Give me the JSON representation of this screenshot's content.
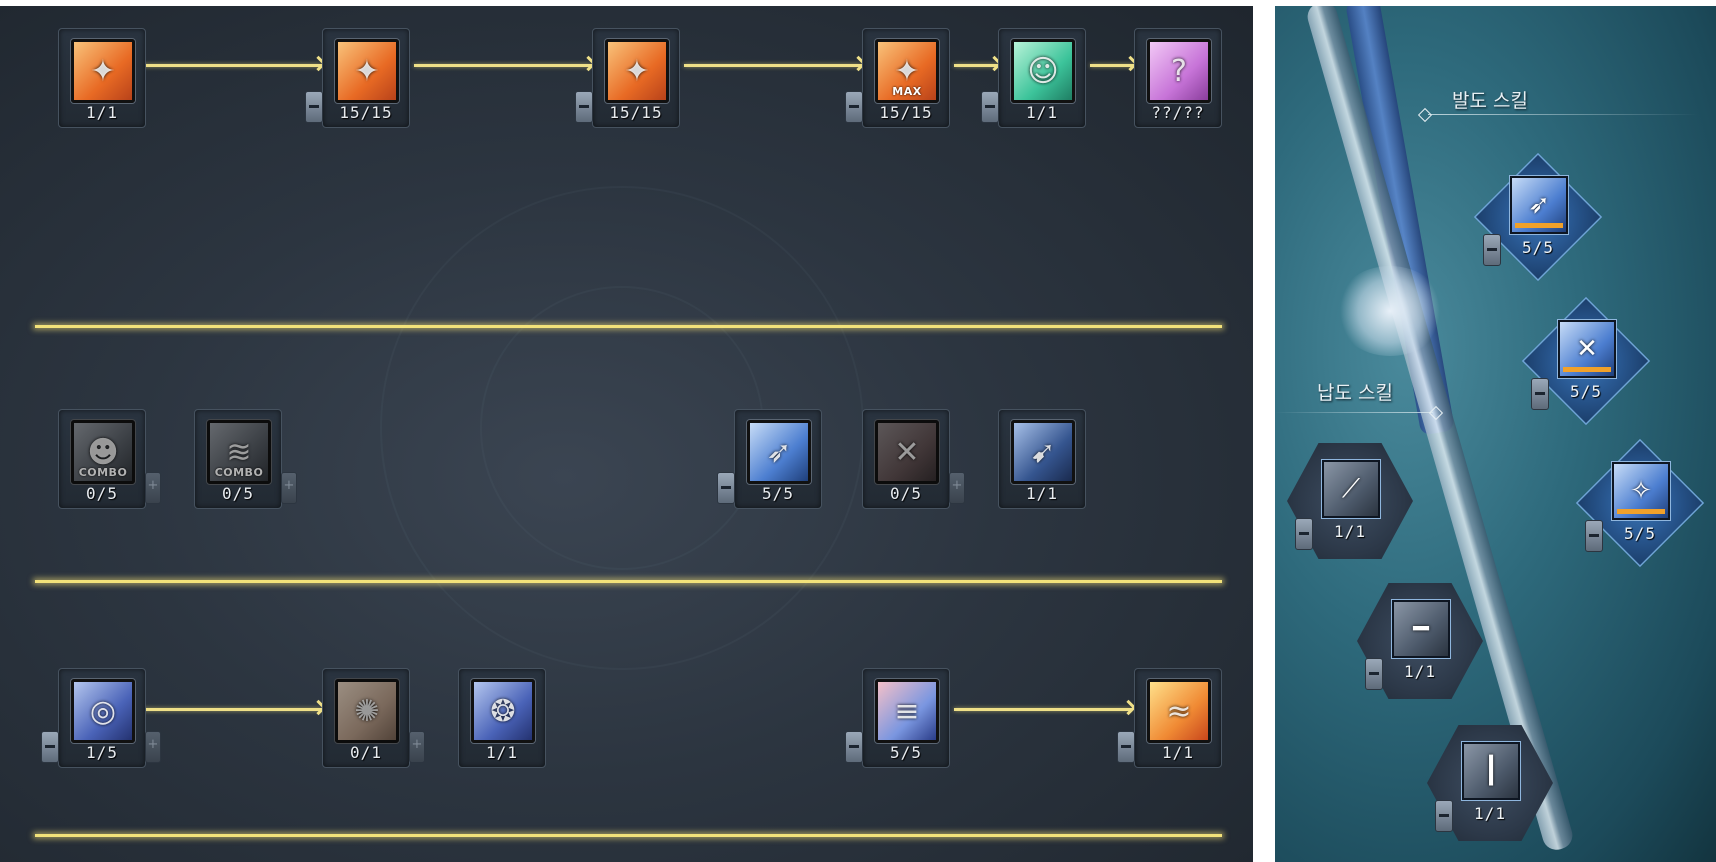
{
  "left_tree": {
    "row1": [
      {
        "count": "1/1",
        "icon": "sword-slash-icon",
        "glyph": "✦",
        "tag": "",
        "color": "orange",
        "minus": false,
        "plus": false
      },
      {
        "count": "15/15",
        "icon": "sword-slash-icon",
        "glyph": "✦",
        "tag": "",
        "color": "orange",
        "minus": true,
        "plus": false
      },
      {
        "count": "15/15",
        "icon": "sword-slash-icon",
        "glyph": "✦",
        "tag": "",
        "color": "orange",
        "minus": true,
        "plus": false
      },
      {
        "count": "15/15",
        "icon": "sword-slash-icon",
        "glyph": "✦",
        "tag": "MAX",
        "color": "orange",
        "minus": true,
        "plus": false
      },
      {
        "count": "1/1",
        "icon": "person-figure-icon",
        "glyph": "☺",
        "tag": "",
        "color": "teal",
        "minus": true,
        "plus": false
      },
      {
        "count": "??/??",
        "icon": "question-mark-icon",
        "glyph": "?",
        "tag": "",
        "color": "violet",
        "minus": false,
        "plus": false
      }
    ],
    "row2": [
      {
        "count": "0/5",
        "icon": "combo-figure-icon",
        "glyph": "☻",
        "tag": "COMBO",
        "color": "slate",
        "minus": false,
        "plus": true
      },
      {
        "count": "0/5",
        "icon": "combo-wave-icon",
        "glyph": "≋",
        "tag": "COMBO",
        "color": "slate",
        "minus": false,
        "plus": true
      },
      {
        "count": "5/5",
        "icon": "dash-strike-icon",
        "glyph": "➶",
        "tag": "",
        "color": "blue",
        "minus": true,
        "plus": false
      },
      {
        "count": "0/5",
        "icon": "cross-slash-icon",
        "glyph": "✕",
        "tag": "",
        "color": "darkred",
        "minus": false,
        "plus": true
      },
      {
        "count": "1/1",
        "icon": "lunge-strike-icon",
        "glyph": "➹",
        "tag": "",
        "color": "navy",
        "minus": false,
        "plus": false
      }
    ],
    "row3": [
      {
        "count": "1/5",
        "icon": "whirlwind-icon",
        "glyph": "◎",
        "tag": "",
        "color": "indigo",
        "minus": true,
        "plus": true
      },
      {
        "count": "0/1",
        "icon": "burst-icon",
        "glyph": "✺",
        "tag": "",
        "color": "peach",
        "minus": false,
        "plus": true
      },
      {
        "count": "1/1",
        "icon": "spin-kick-icon",
        "glyph": "❂",
        "tag": "",
        "color": "indigo",
        "minus": false,
        "plus": false
      },
      {
        "count": "5/5",
        "icon": "laser-slash-icon",
        "glyph": "≡",
        "tag": "",
        "color": "pinkblue",
        "minus": true,
        "plus": false
      },
      {
        "count": "1/1",
        "icon": "flame-wave-icon",
        "glyph": "≈",
        "tag": "",
        "color": "sunset",
        "minus": true,
        "plus": false
      }
    ]
  },
  "right_tree": {
    "draw_label": "발도 스킬",
    "sheathe_label": "납도 스킬",
    "draw_skills": [
      {
        "count": "5/5",
        "icon": "draw-slash-icon",
        "glyph": "➶"
      },
      {
        "count": "5/5",
        "icon": "cross-blade-icon",
        "glyph": "✕"
      },
      {
        "count": "5/5",
        "icon": "blade-dance-icon",
        "glyph": "✧"
      }
    ],
    "sheathe_skills": [
      {
        "count": "1/1",
        "icon": "diagonal-katana-icon",
        "glyph": "⟋"
      },
      {
        "count": "1/1",
        "icon": "horizontal-katana-icon",
        "glyph": "━"
      },
      {
        "count": "1/1",
        "icon": "vertical-katana-icon",
        "glyph": "┃"
      }
    ]
  }
}
